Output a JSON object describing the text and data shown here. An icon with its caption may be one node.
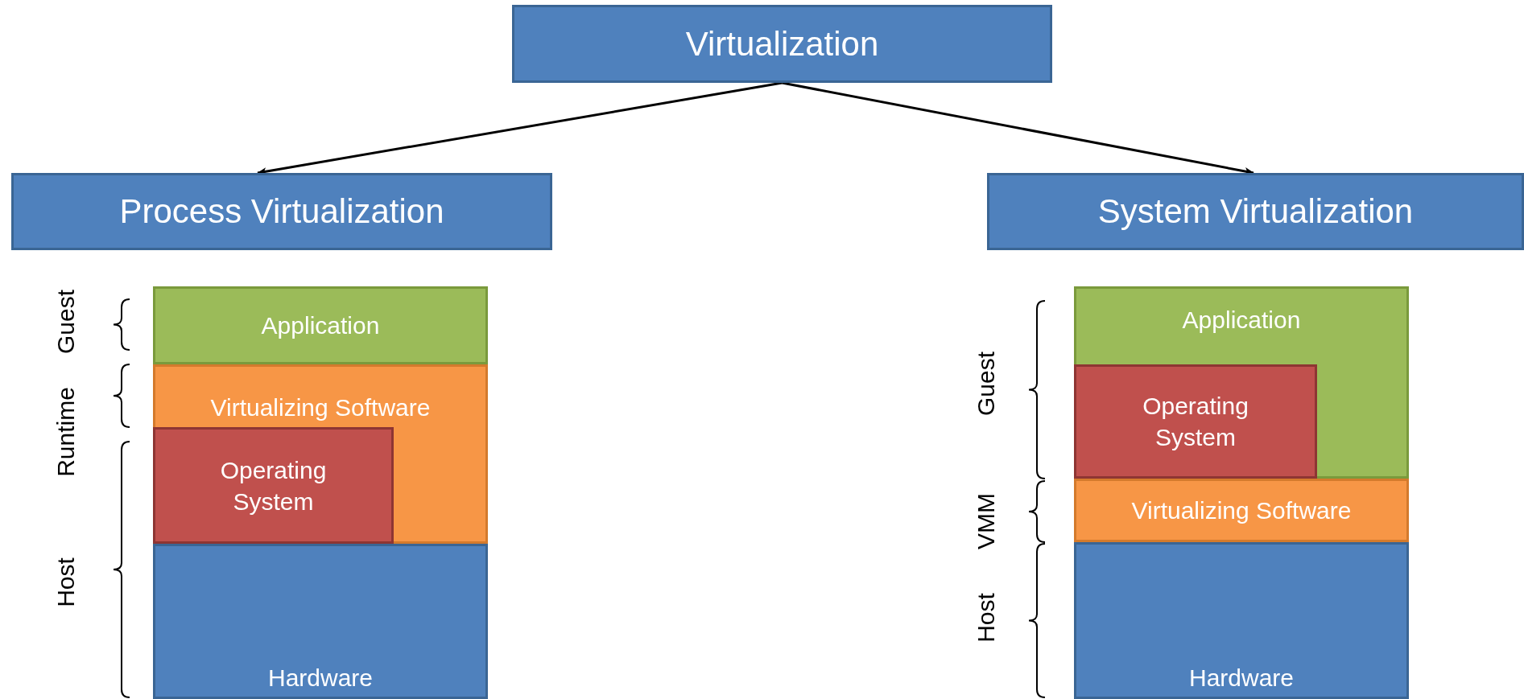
{
  "diagram": {
    "nodes": [
      {
        "text": [
          "Virtualization"
        ]
      },
      {
        "text": [
          "Process Virtualization"
        ]
      },
      {
        "text": [
          "System Virtualization"
        ]
      },
      {
        "text": [
          "Application"
        ]
      },
      {
        "text": [
          "Virtualizing Software"
        ]
      },
      {
        "text": [
          "Operating System"
        ],
        "in": 4
      },
      {
        "text": [
          "Hardware"
        ]
      },
      {
        "text": [
          "Application"
        ]
      },
      {
        "text": [
          "Operating System"
        ],
        "in": 7
      },
      {
        "text": [
          "Virtualizing Software"
        ]
      },
      {
        "text": [
          "Hardware"
        ]
      }
    ],
    "edges": [
      {
        "from": 0,
        "to": 1,
        "arrow": "to"
      },
      {
        "from": 0,
        "to": 2,
        "arrow": "to"
      }
    ],
    "labels": [
      "Guest",
      "Runtime",
      "Host",
      "Guest",
      "VMM",
      "Host"
    ]
  }
}
